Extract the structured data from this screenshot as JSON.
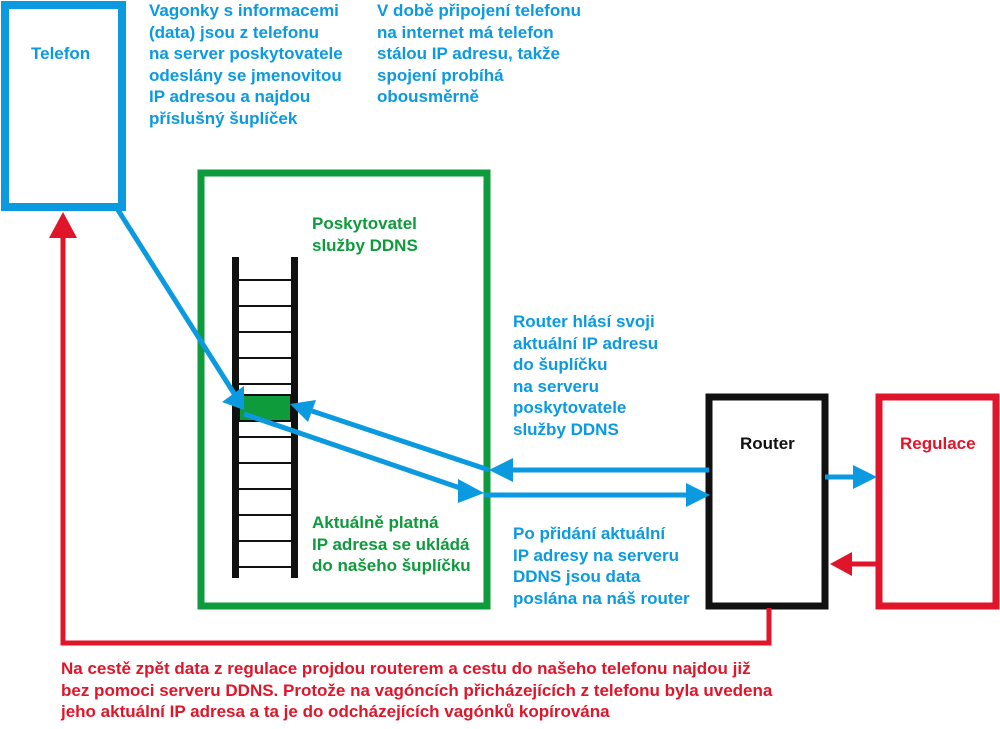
{
  "colors": {
    "blue": "#0b9ae0",
    "green": "#0d9b3b",
    "red": "#e0152a",
    "black": "#111111"
  },
  "nodes": {
    "telefon": "Telefon",
    "router": "Router",
    "regulace": "Regulace",
    "provider": "Poskytovatel\nslužby DDNS"
  },
  "notes": {
    "phone_send": "Vagonky s informacemi\n(data)  jsou z telefonu\nna server poskytovatele\nodeslány se jmenovitou\nIP adresou a najdou\npříslušný šuplíček",
    "phone_ip": "V době připojení telefonu\nna internet má telefon\nstálou IP adresu, takže\nspojení probíhá\nobousměrně",
    "router_report": "Router hlásí svoji\naktuální IP adresu\ndo šuplíčku\nna serveru\nposkytovatele\nslužby DDNS",
    "stored_ip": "Aktuálně platná\nIP adresa se ukládá\ndo našeho šuplíčku",
    "forward_data": "Po přidání aktuální\nIP adresy na serveru\nDDNS jsou data\nposlána na náš router",
    "return_path": "Na cestě zpět data z regulace projdou routerem a cestu do našeho telefonu najdou již\nbez pomoci serveru DDNS. Protože na vagóncích přicházejících z telefonu byla uvedena\njeho aktuální IP adresa a ta je do odcházejících vagónků kopírována"
  }
}
